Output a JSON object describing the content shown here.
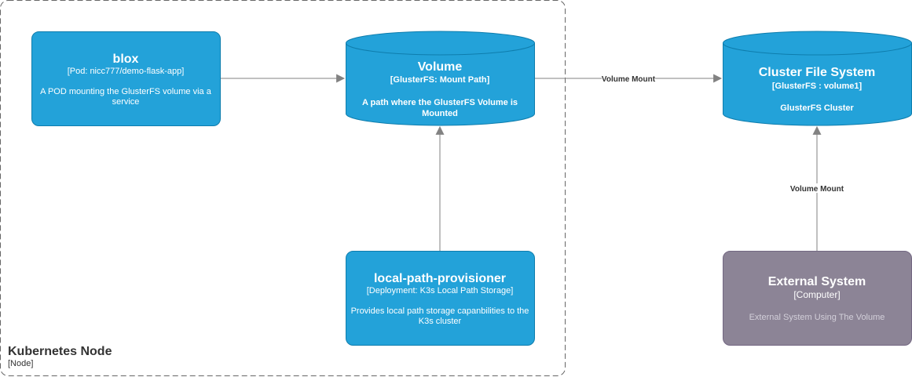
{
  "colors": {
    "container": "#23a2d9",
    "container_stroke": "#0e7dad",
    "external": "#8c8496",
    "external_stroke": "#736782",
    "edge": "#828282",
    "boundary": "#666666"
  },
  "boundary": {
    "title": "Kubernetes Node",
    "type": "[Node]"
  },
  "nodes": {
    "blox": {
      "title": "blox",
      "tech": "[Pod: nicc777/demo-flask-app]",
      "desc_line1": "A POD mounting the GlusterFS volume via a",
      "desc_line2": "service"
    },
    "volume": {
      "title": "Volume",
      "tech": "[GlusterFS: Mount Path]",
      "desc_line1": "A path where the GlusterFS Volume is",
      "desc_line2": "Mounted"
    },
    "cluster_fs": {
      "title": "Cluster File System",
      "tech": "[GlusterFS : volume1]",
      "desc": "GlusterFS Cluster"
    },
    "provisioner": {
      "title": "local-path-provisioner",
      "tech": "[Deployment: K3s Local Path Storage]",
      "desc_line1": "Provides local path storage capanbilities to the",
      "desc_line2": "K3s cluster"
    },
    "external": {
      "title": "External System",
      "tech": "[Computer]",
      "desc": "External System Using The Volume"
    }
  },
  "edges": {
    "volume_to_cluster": "Volume Mount",
    "external_to_cluster": "Volume Mount"
  }
}
